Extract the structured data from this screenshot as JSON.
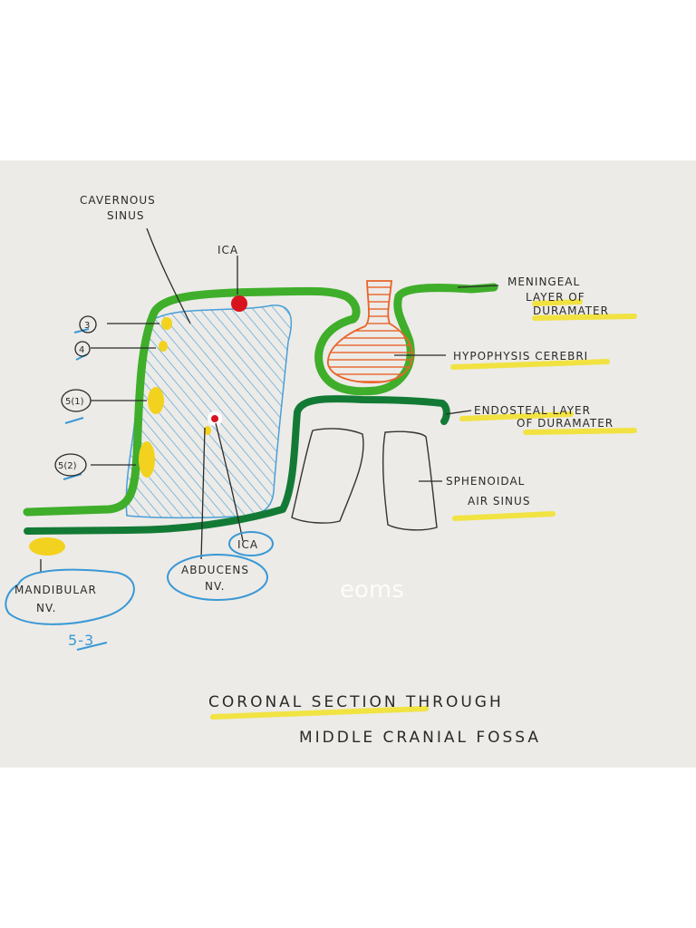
{
  "labels": {
    "cavernous_line1": "CAVERNOUS",
    "cavernous_line2": "SINUS",
    "ica_top": "ICA",
    "meningeal_line1": "MENINGEAL",
    "meningeal_line2": "LAYER OF",
    "meningeal_line3": "DURAMATER",
    "hypophysis": "HYPOPHYSIS CEREBRI",
    "endosteal_line1": "ENDOSTEAL LAYER",
    "endosteal_line2": "OF DURAMATER",
    "sphenoidal_line1": "SPHENOIDAL",
    "sphenoidal_line2": "AIR SINUS",
    "nerve_3": "3",
    "nerve_4": "4",
    "nerve_5_1": "5(1)",
    "nerve_5_2": "5(2)",
    "ica_bottom": "ICA",
    "abducens_line1": "ABDUCENS",
    "abducens_line2": "NV.",
    "mandibular_line1": "MANDIBULAR",
    "mandibular_line2": "NV.",
    "mandibular_code": "5-3",
    "caption_line1": "CORONAL SECTION THROUGH",
    "caption_line2": "MIDDLE CRANIAL FOSSA",
    "watermark": "eoms"
  },
  "colors": {
    "paper": "#ecebe7",
    "meningeal_green": "#3fae2a",
    "endosteal_green": "#137a35",
    "sinus_blue": "#4a9fd8",
    "hypophysis_orange": "#e8642a",
    "nerve_yellow": "#f2d21e",
    "ica_red": "#d7141e",
    "highlighter": "#f2e230",
    "ink": "#2a2a2a"
  }
}
